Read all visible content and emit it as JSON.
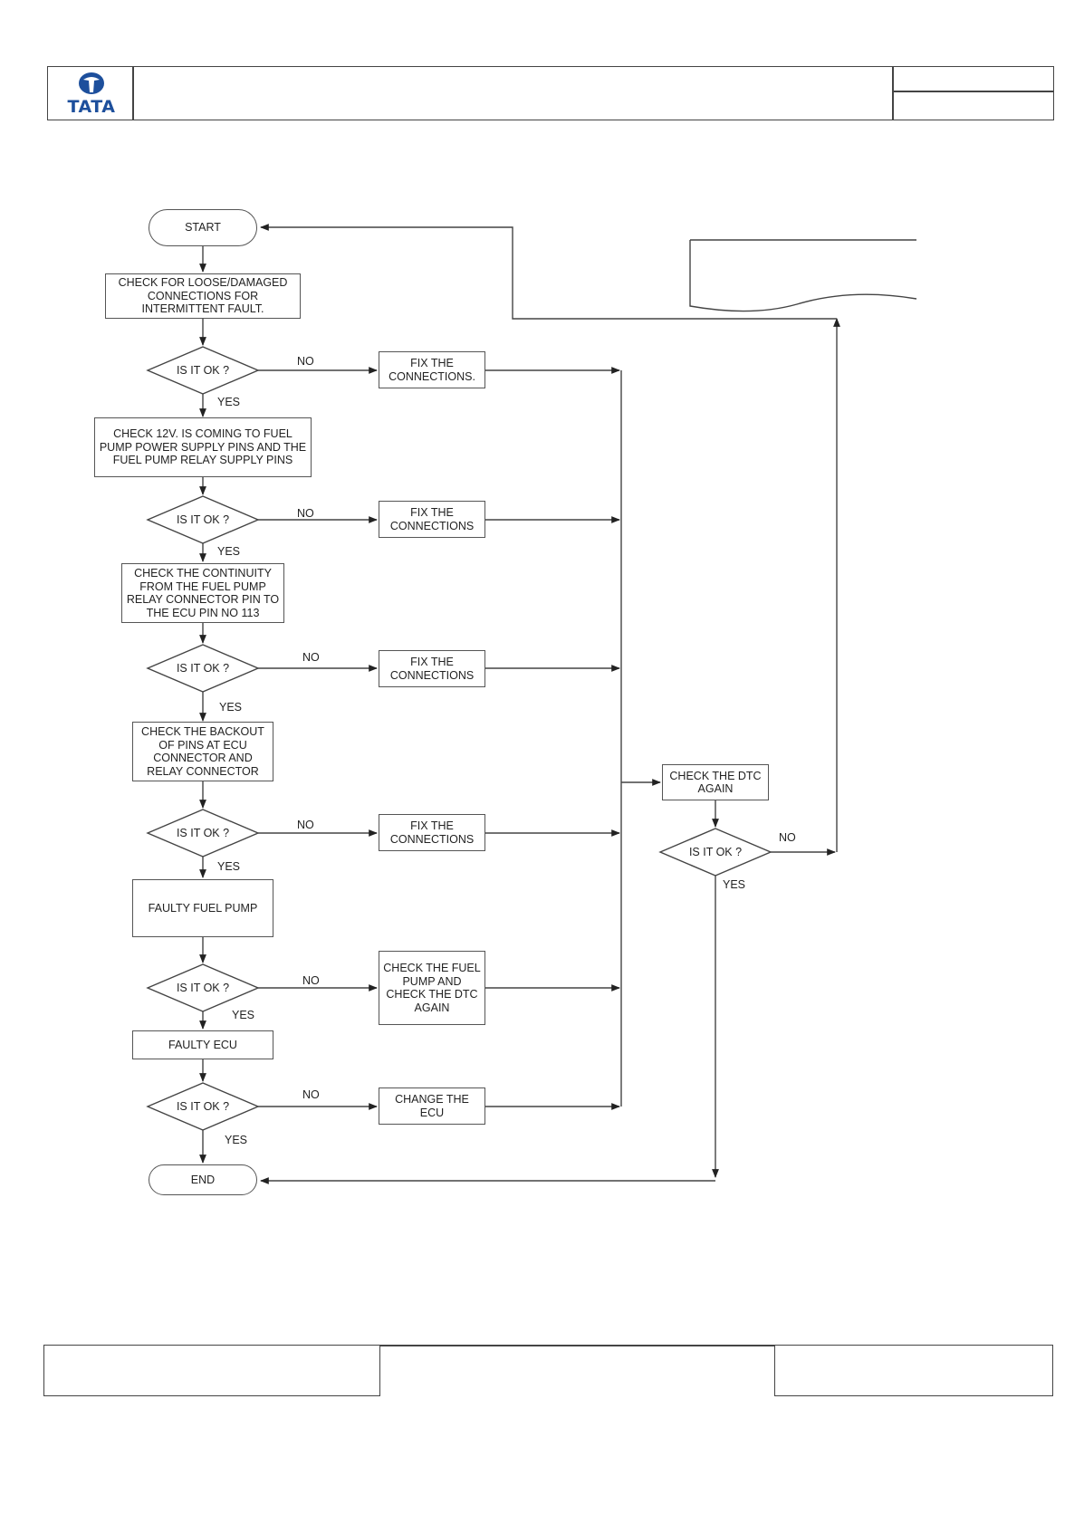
{
  "header": {
    "logo_text": "TATA"
  },
  "flow": {
    "start": "START",
    "end": "END",
    "check_loose": "CHECK FOR LOOSE/DAMAGED CONNECTIONS FOR INTERMITTENT FAULT.",
    "check_12v": "CHECK 12V. IS COMING TO FUEL PUMP POWER SUPPLY PINS AND THE FUEL PUMP RELAY SUPPLY PINS",
    "check_continuity": "CHECK THE CONTINUITY FROM THE FUEL PUMP RELAY CONNECTOR PIN TO THE ECU PIN NO 113",
    "check_backout": "CHECK THE BACKOUT OF PINS AT ECU CONNECTOR AND RELAY CONNECTOR",
    "faulty_pump": "FAULTY FUEL PUMP",
    "faulty_ecu": "FAULTY ECU",
    "decision": "IS IT OK ?",
    "fix_1": "FIX THE CONNECTIONS.",
    "fix_2": "FIX THE CONNECTIONS",
    "fix_3": "FIX THE CONNECTIONS",
    "fix_4": "FIX THE CONNECTIONS",
    "check_pump_dtc": "CHECK THE FUEL PUMP AND CHECK THE DTC AGAIN",
    "change_ecu": "CHANGE THE ECU",
    "check_dtc": "CHECK THE DTC AGAIN",
    "yes": "YES",
    "no": "NO"
  }
}
